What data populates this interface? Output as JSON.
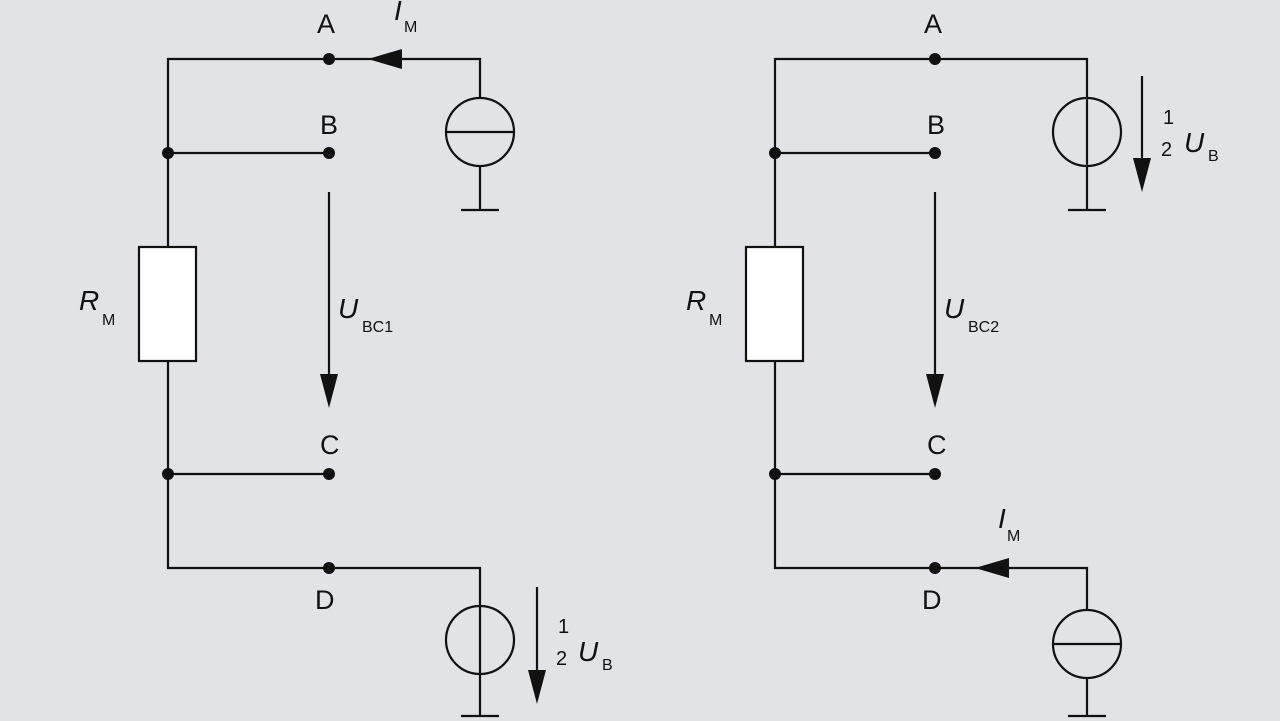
{
  "left": {
    "nodes": {
      "a": "A",
      "b": "B",
      "c": "C",
      "d": "D"
    },
    "current": {
      "symbol": "I",
      "subscript": "M"
    },
    "resistor": {
      "symbol": "R",
      "subscript": "M"
    },
    "voltage": {
      "symbol": "U",
      "subscript": "BC1"
    },
    "source_voltage": {
      "num": "1",
      "den": "2",
      "symbol": "U",
      "subscript": "B"
    }
  },
  "right": {
    "nodes": {
      "a": "A",
      "b": "B",
      "c": "C",
      "d": "D"
    },
    "current": {
      "symbol": "I",
      "subscript": "M"
    },
    "resistor": {
      "symbol": "R",
      "subscript": "M"
    },
    "voltage": {
      "symbol": "U",
      "subscript": "BC2"
    },
    "source_voltage": {
      "num": "1",
      "den": "2",
      "symbol": "U",
      "subscript": "B"
    }
  }
}
